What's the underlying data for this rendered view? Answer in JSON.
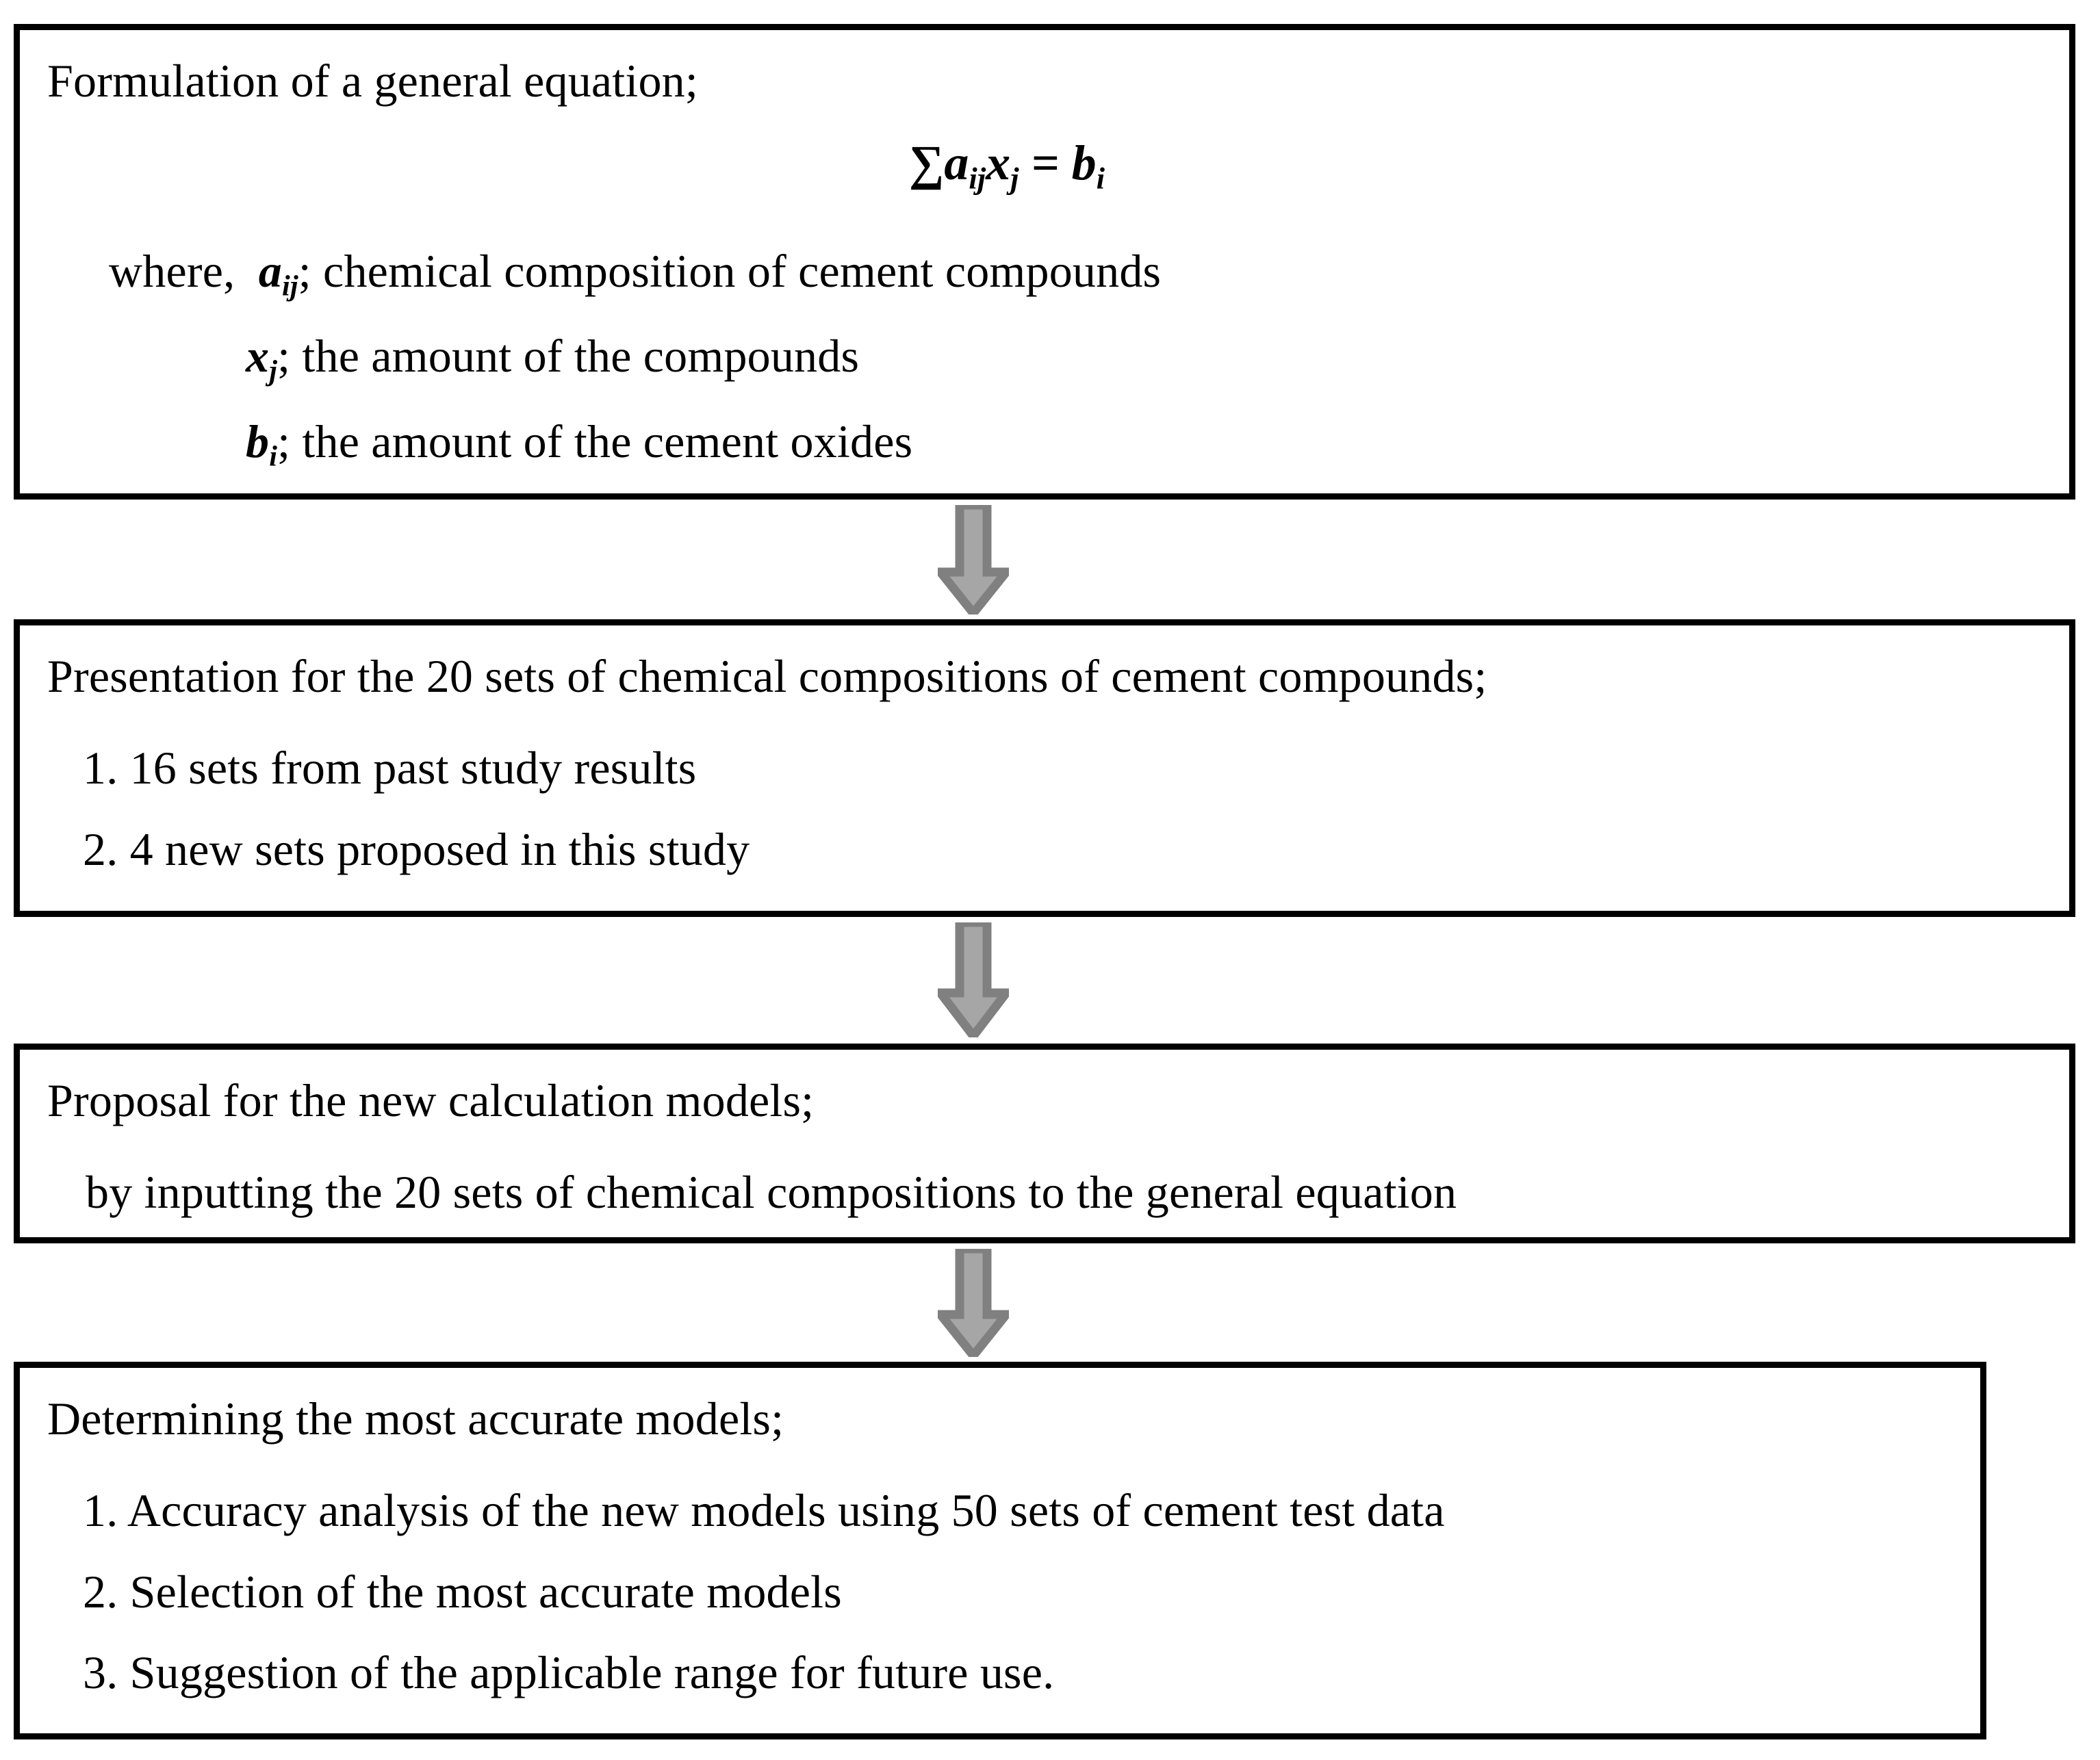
{
  "diagram": {
    "type": "flowchart",
    "orientation": "vertical",
    "colors": {
      "box_border": "#000000",
      "box_fill": "#ffffff",
      "text": "#000000",
      "arrow_outline": "#808080",
      "arrow_fill": "#a6a6a6"
    },
    "nodes": [
      {
        "id": "box-1",
        "heading": "Formulation of a general equation;",
        "equation": {
          "sigma": "∑",
          "term_a": "a",
          "term_a_sub": "ij",
          "term_x": "x",
          "term_x_sub": "j",
          "equals": "=",
          "term_b": "b",
          "term_b_sub": "i"
        },
        "where_label": "where,",
        "definitions": [
          {
            "symbol": "a",
            "sub": "ij",
            "text": "; chemical composition of cement compounds"
          },
          {
            "symbol": "x",
            "sub": "j",
            "text": "; the amount of the compounds"
          },
          {
            "symbol": "b",
            "sub": "i",
            "text": "; the amount of the cement oxides"
          }
        ]
      },
      {
        "id": "box-2",
        "heading": "Presentation for the 20 sets of chemical compositions of cement compounds;",
        "items": [
          "1. 16 sets from past study results",
          "2. 4 new sets proposed in this study"
        ]
      },
      {
        "id": "box-3",
        "heading": "Proposal for the new calculation models;",
        "items": [
          "by inputting the 20 sets of chemical compositions to the general equation"
        ]
      },
      {
        "id": "box-4",
        "heading": "Determining the most accurate models;",
        "items": [
          "1. Accuracy analysis of the new models using 50 sets of cement test data",
          "2. Selection of the most accurate models",
          "3. Suggestion of the applicable range for future use."
        ]
      }
    ],
    "connectors": [
      {
        "id": "arrow-1",
        "from": "box-1",
        "to": "box-2",
        "shape": "down-block-arrow"
      },
      {
        "id": "arrow-2",
        "from": "box-2",
        "to": "box-3",
        "shape": "down-block-arrow"
      },
      {
        "id": "arrow-3",
        "from": "box-3",
        "to": "box-4",
        "shape": "down-block-arrow"
      }
    ]
  }
}
